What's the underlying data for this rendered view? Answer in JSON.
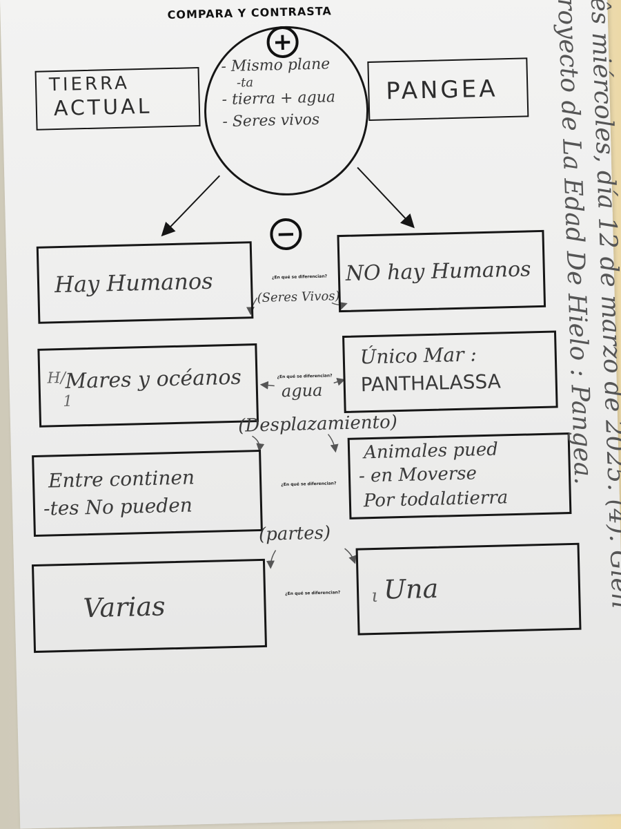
{
  "worksheet": {
    "title": "COMPARA Y CONTRASTA",
    "plus_symbol": "+",
    "minus_symbol": "−",
    "left_topic": [
      "TIERRA",
      "ACTUAL"
    ],
    "right_topic": "PANGEA",
    "similarities": [
      "- Mismo plane",
      "-ta",
      "- tierra + agua",
      "- Seres vivos"
    ],
    "question_label": "¿En qué se diferencian?",
    "rows": [
      {
        "left": [
          "Hay Humanos"
        ],
        "connector": "(Seres Vivos)",
        "right": [
          "NO hay Humanos"
        ]
      },
      {
        "left": [
          "Mares y océanos"
        ],
        "left_note": "H/",
        "left_note2": "1",
        "connector": "agua",
        "right": [
          "Único Mar :",
          "PANTHALASSA"
        ]
      },
      {
        "left": [
          "Entre continen",
          "-tes No pueden"
        ],
        "connector": "(Desplazamiento)",
        "right": [
          "Animales pued",
          "- en Moverse",
          "Por todalatierra"
        ]
      },
      {
        "left": [
          "Varias"
        ],
        "connector": "(partes)",
        "right": [
          "Una"
        ],
        "right_mark": "ι"
      }
    ]
  },
  "side_note": {
    "line1": "ês miércoles, día 12 de marzo de 2025. (4). Glen",
    "line2": "royecto de La Edad De Hielo : Pangea."
  },
  "colors": {
    "ink": "#161616",
    "pencil": "#3a3a3a",
    "paper": "#f0f0ef"
  }
}
